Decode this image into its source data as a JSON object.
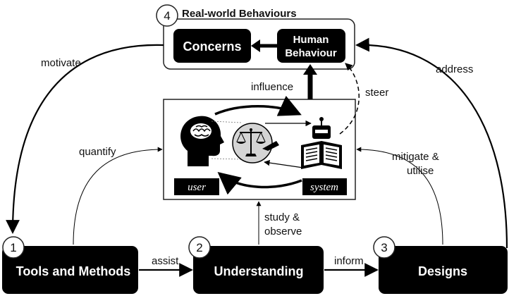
{
  "real_world": {
    "number": "4",
    "title": "Real-world Behaviours",
    "concerns": "Concerns",
    "human_behaviour_line1": "Human",
    "human_behaviour_line2": "Behaviour"
  },
  "center": {
    "user_tag": "user",
    "system_tag": "system"
  },
  "steps": [
    {
      "number": "1",
      "label": "Tools and Methods"
    },
    {
      "number": "2",
      "label": "Understanding"
    },
    {
      "number": "3",
      "label": "Designs"
    }
  ],
  "edges": {
    "motivate": "motivate",
    "address": "address",
    "influence": "influence",
    "steer": "steer",
    "quantify": "quantify",
    "mitigate_line1": "mitigate &",
    "mitigate_line2": "utilise",
    "study_line1": "study &",
    "study_line2": "observe",
    "assist": "assist",
    "inform": "inform"
  }
}
